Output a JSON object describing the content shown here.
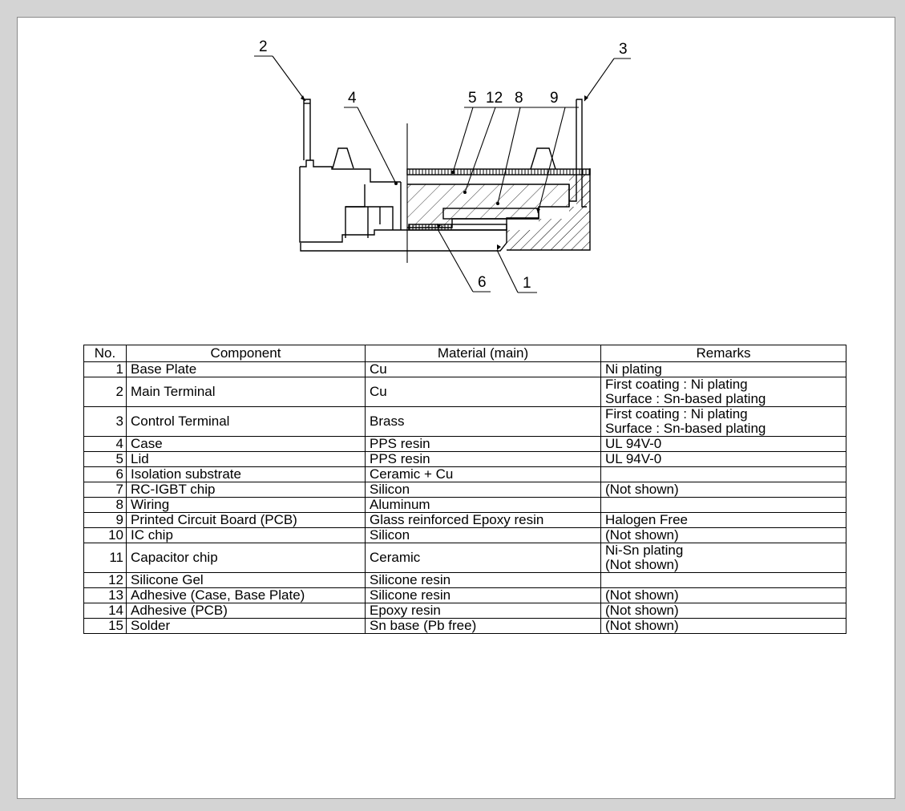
{
  "drawing": {
    "labels": [
      "1",
      "2",
      "3",
      "4",
      "5",
      "12",
      "8",
      "9",
      "6"
    ]
  },
  "table": {
    "headers": [
      "No.",
      "Component",
      "Material (main)",
      "Remarks"
    ],
    "rows": [
      {
        "no": "1",
        "component": "Base Plate",
        "material": "Cu",
        "remarks": [
          "Ni plating"
        ]
      },
      {
        "no": "2",
        "component": "Main Terminal",
        "material": "Cu",
        "remarks": [
          "First coating : Ni plating",
          "Surface : Sn-based plating"
        ]
      },
      {
        "no": "3",
        "component": "Control Terminal",
        "material": "Brass",
        "remarks": [
          "First coating : Ni plating",
          "Surface : Sn-based plating"
        ]
      },
      {
        "no": "4",
        "component": "Case",
        "material": "PPS resin",
        "remarks": [
          "UL 94V-0"
        ]
      },
      {
        "no": "5",
        "component": "Lid",
        "material": "PPS resin",
        "remarks": [
          "UL 94V-0"
        ]
      },
      {
        "no": "6",
        "component": "Isolation substrate",
        "material": "Ceramic + Cu",
        "remarks": []
      },
      {
        "no": "7",
        "component": "RC-IGBT chip",
        "material": "Silicon",
        "remarks": [
          "(Not shown)"
        ]
      },
      {
        "no": "8",
        "component": "Wiring",
        "material": "Aluminum",
        "remarks": []
      },
      {
        "no": "9",
        "component": "Printed Circuit Board (PCB)",
        "material": "Glass reinforced Epoxy resin",
        "remarks": [
          "Halogen Free"
        ]
      },
      {
        "no": "10",
        "component": "IC chip",
        "material": "Silicon",
        "remarks": [
          "(Not shown)"
        ]
      },
      {
        "no": "11",
        "component": "Capacitor chip",
        "material": "Ceramic",
        "remarks": [
          "Ni-Sn plating",
          "(Not shown)"
        ]
      },
      {
        "no": "12",
        "component": "Silicone Gel",
        "material": "Silicone resin",
        "remarks": []
      },
      {
        "no": "13",
        "component": "Adhesive (Case, Base Plate)",
        "material": "Silicone resin",
        "remarks": [
          "(Not shown)"
        ]
      },
      {
        "no": "14",
        "component": "Adhesive (PCB)",
        "material": "Epoxy resin",
        "remarks": [
          "(Not shown)"
        ]
      },
      {
        "no": "15",
        "component": "Solder",
        "material": "Sn base (Pb free)",
        "remarks": [
          "(Not shown)"
        ]
      }
    ]
  }
}
